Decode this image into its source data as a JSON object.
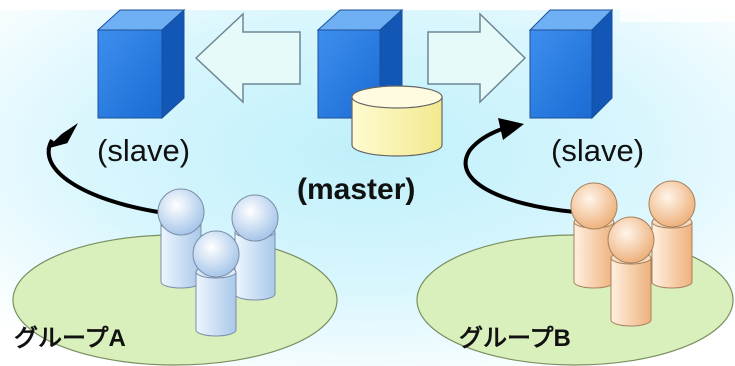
{
  "labels": {
    "slave_left": "(slave)",
    "slave_right": "(slave)",
    "master": "(master)",
    "group_a": "グループA",
    "group_b": "グループB"
  },
  "colors": {
    "server_blue": "#2a7fe0",
    "database_yellow": "#fdf5b4",
    "group_a_people": "#cfe2f5",
    "group_b_people": "#f6cda8",
    "ellipse_green": "#d9f0bc",
    "arrow_fill": "#e4f9f9"
  },
  "icons": [
    "server-icon",
    "database-icon",
    "person-icon",
    "curved-arrow",
    "block-arrow"
  ]
}
